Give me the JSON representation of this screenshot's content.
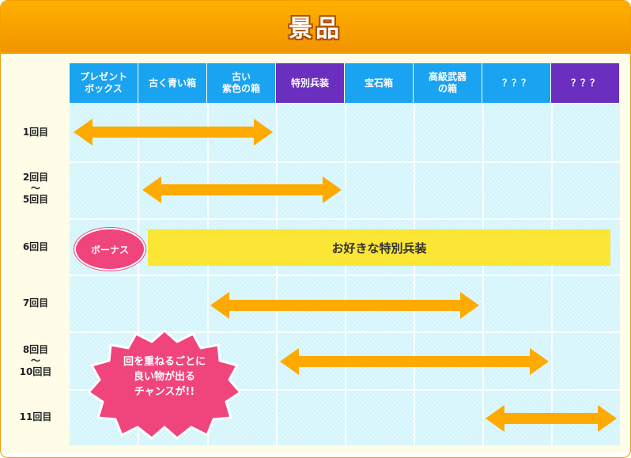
{
  "title": "景品",
  "columns": [
    {
      "label": "プレゼント\nボックス",
      "color": "#1aa3f0"
    },
    {
      "label": "古く青い箱",
      "color": "#1aa3f0"
    },
    {
      "label": "古い\n紫色の箱",
      "color": "#1aa3f0"
    },
    {
      "label": "特別兵装",
      "color": "#6a2fbf"
    },
    {
      "label": "宝石箱",
      "color": "#1aa3f0"
    },
    {
      "label": "高級武器\nの箱",
      "color": "#1aa3f0"
    },
    {
      "label": "？？？",
      "color": "#1aa3f0"
    },
    {
      "label": "？？？",
      "color": "#6a2fbf"
    }
  ],
  "rows": [
    {
      "label": "1回目"
    },
    {
      "label": "2回目\n〜\n5回目"
    },
    {
      "label": "6回目"
    },
    {
      "label": "7回目"
    },
    {
      "label": "8回目\n〜\n10回目"
    },
    {
      "label": "11回目"
    }
  ],
  "bonus": {
    "badge": "ボーナス",
    "bar_text": "お好きな特別兵装"
  },
  "note": "回を重ねるごとに\n良い物が出る\nチャンスが!!",
  "colors": {
    "header": "#f29400",
    "arrow": "#ffaa00",
    "cell": "#d4f5fb",
    "bonus_bar": "#fbe535",
    "badge": "#f0447c"
  }
}
